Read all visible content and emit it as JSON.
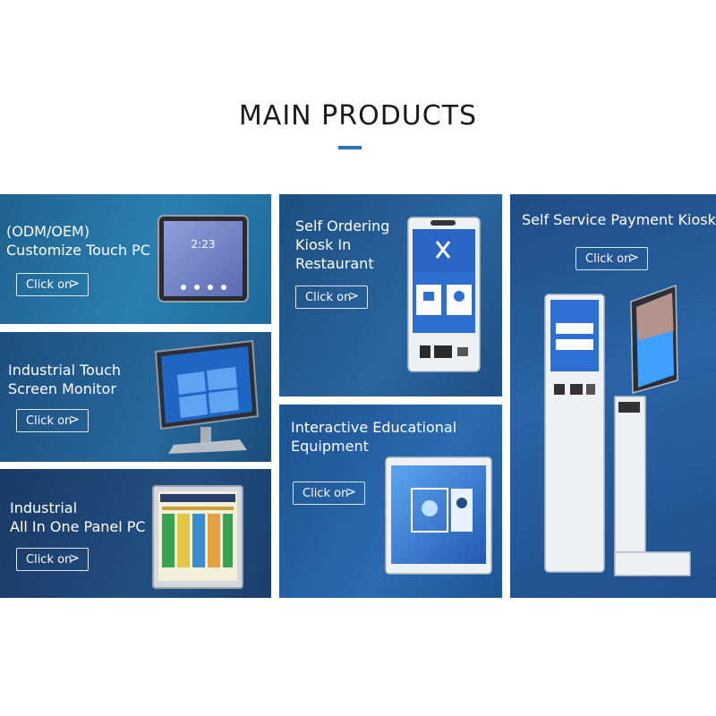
{
  "header": {
    "title": "MAIN PRODUCTS"
  },
  "button_label": "Click on",
  "button_chevron": ">",
  "tiles": [
    {
      "line1": "(ODM/OEM)",
      "line2": "Customize Touch PC",
      "line3": "",
      "button": "Click on",
      "chevron": ">"
    },
    {
      "line1": "Industrial Touch",
      "line2": "Screen Monitor",
      "line3": "",
      "button": "Click on",
      "chevron": ">"
    },
    {
      "line1": "Industrial",
      "line2": "All In One Panel PC",
      "line3": "",
      "button": "Click on",
      "chevron": ">"
    },
    {
      "line1": "Self Ordering",
      "line2": "Kiosk In",
      "line3": "Restaurant",
      "button": "Click on",
      "chevron": ">"
    },
    {
      "line1": "Interactive Educational",
      "line2": "Equipment",
      "line3": "",
      "button": "Click on",
      "chevron": ">"
    },
    {
      "line1": "Self Service Payment Kiosk",
      "line2": "",
      "line3": "",
      "button": "Click on",
      "chevron": ">"
    }
  ],
  "colors": {
    "tile_blue": "#2a65a0",
    "accent": "#2a74b8",
    "device_white": "#eef1f4"
  },
  "icons": [
    "chevron-right-icon"
  ]
}
